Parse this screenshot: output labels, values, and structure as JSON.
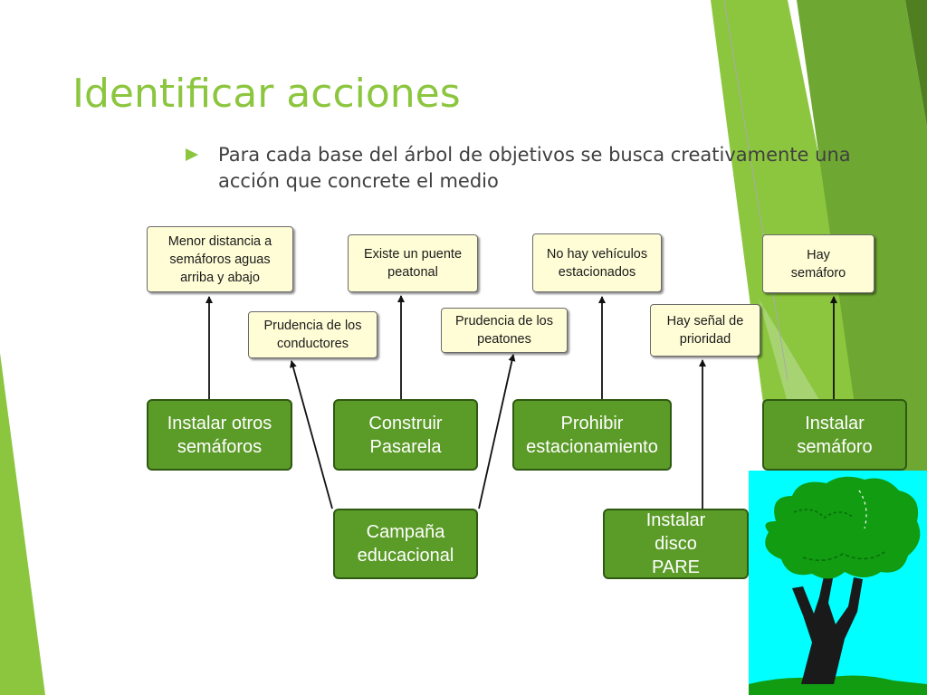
{
  "title": "Identificar acciones",
  "bullet_text": "Para cada base del árbol de objetivos se busca creativamente una acción que concrete el medio",
  "means": {
    "menor_distancia": "Menor distancia a semáforos aguas arriba y abajo",
    "prudencia_conductores": "Prudencia de los conductores",
    "puente_peatonal": "Existe un puente peatonal",
    "prudencia_peatones": "Prudencia de los peatones",
    "no_vehiculos": "No hay vehículos estacionados",
    "senal_prioridad": "Hay señal de prioridad",
    "hay_semaforo": "Hay semáforo"
  },
  "actions": {
    "instalar_otros": "Instalar otros semáforos",
    "construir_pasarela": "Construir Pasarela",
    "prohibir": "Prohibir estacionamiento",
    "instalar_semaforo": "Instalar semáforo",
    "campana": "Campaña educacional",
    "disco_pare": "Instalar disco PARE"
  },
  "colors": {
    "title": "#8cc63f",
    "action_fill": "#5b9b28",
    "mean_fill": "#fffdd6",
    "decor_green": "#8cc63f",
    "tree_sky": "#00ffff",
    "tree_leaves": "#119c11"
  }
}
